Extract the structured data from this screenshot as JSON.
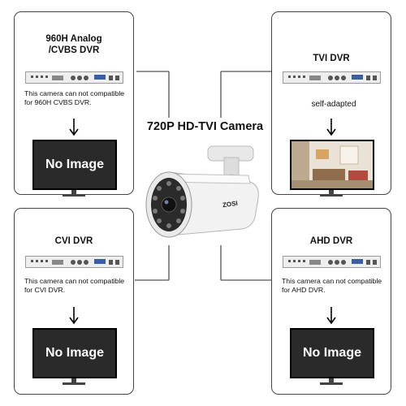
{
  "center_label": "720P HD-TVI Camera",
  "camera_brand": "ZOSI",
  "panels": [
    {
      "id": "960h",
      "title": "960H Analog\n/CVBS DVR",
      "note": "This camera can not compatible for 960H CVBS DVR.",
      "screen": "No Image"
    },
    {
      "id": "tvi",
      "title": "TVI DVR",
      "note": "self-adapted",
      "screen": ""
    },
    {
      "id": "cvi",
      "title": "CVI DVR",
      "note": "This camera can not compatible for CVI DVR.",
      "screen": "No Image"
    },
    {
      "id": "ahd",
      "title": "AHD DVR",
      "note": "This camera can not compatible for AHD DVR.",
      "screen": "No Image"
    }
  ],
  "icons": [
    "dvr-recorder-icon",
    "down-arrow-icon",
    "monitor-icon",
    "bullet-camera-icon",
    "room-photo-icon"
  ]
}
